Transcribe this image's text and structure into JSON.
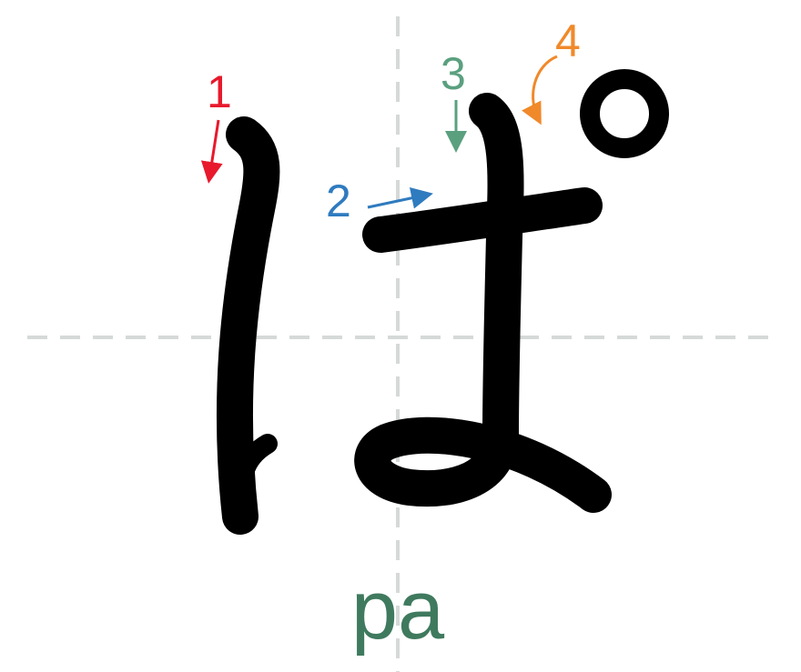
{
  "character": "ぱ",
  "romaji": "pa",
  "stroke_numbers": [
    "1",
    "2",
    "3",
    "4"
  ],
  "colors": {
    "stroke1": "#e8192c",
    "stroke2": "#2f7bbf",
    "stroke3": "#5aa07f",
    "stroke4": "#f0892a",
    "romaji": "#3f7a5e",
    "guide": "#d5d9d8",
    "glyph": "#000000"
  }
}
